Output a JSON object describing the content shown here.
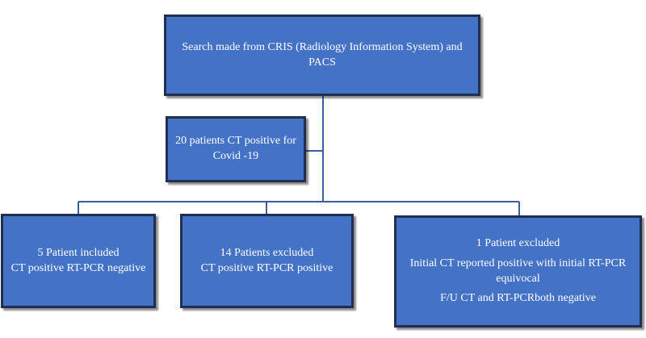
{
  "diagram": {
    "colors": {
      "box_fill": "#4472c4",
      "box_border": "#1f2f4d",
      "connector": "#3a5f9e",
      "text": "#ffffff"
    },
    "nodes": {
      "source": {
        "lines": [
          "Search made from CRIS (Radiology Information System) and",
          "PACS"
        ]
      },
      "ct_positive": {
        "lines": [
          "20 patients CT positive for",
          "Covid -19"
        ]
      },
      "included": {
        "lines": [
          "5 Patient included",
          "CT positive RT-PCR negative"
        ]
      },
      "excluded_positive": {
        "lines": [
          "14 Patients excluded",
          "CT positive RT-PCR positive"
        ]
      },
      "excluded_equivocal": {
        "lines": [
          "1 Patient excluded",
          "Initial CT reported positive with initial RT-PCR",
          "equivocal",
          "F/U CT and RT-PCRboth negative"
        ]
      }
    },
    "edges": [
      {
        "from": "source",
        "to": "ct_positive"
      },
      {
        "from": "source",
        "to": "included"
      },
      {
        "from": "source",
        "to": "excluded_positive"
      },
      {
        "from": "source",
        "to": "excluded_equivocal"
      }
    ]
  }
}
